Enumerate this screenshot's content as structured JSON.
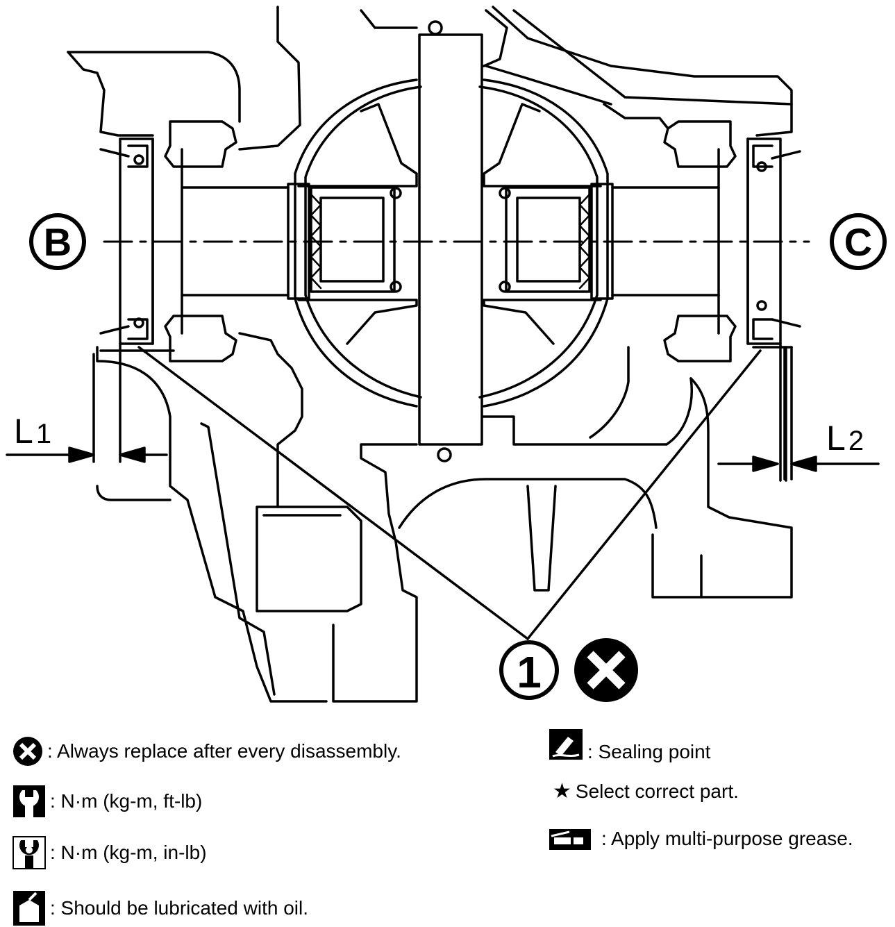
{
  "diagram": {
    "callout_b": "B",
    "callout_c": "C",
    "dimension_l1": "L",
    "dimension_l1_sub": "1",
    "dimension_l2": "L",
    "dimension_l2_sub": "2",
    "part_number": "1"
  },
  "legend": {
    "replace": ": Always replace after every disassembly.",
    "torque_ft": ": N·m (kg-m, ft-lb)",
    "torque_in": ": N·m (kg-m, in-lb)",
    "oil": ": Should be lubricated with oil.",
    "sealing": ": Sealing point",
    "select": "Select correct part.",
    "grease": ": Apply multi-purpose grease."
  }
}
